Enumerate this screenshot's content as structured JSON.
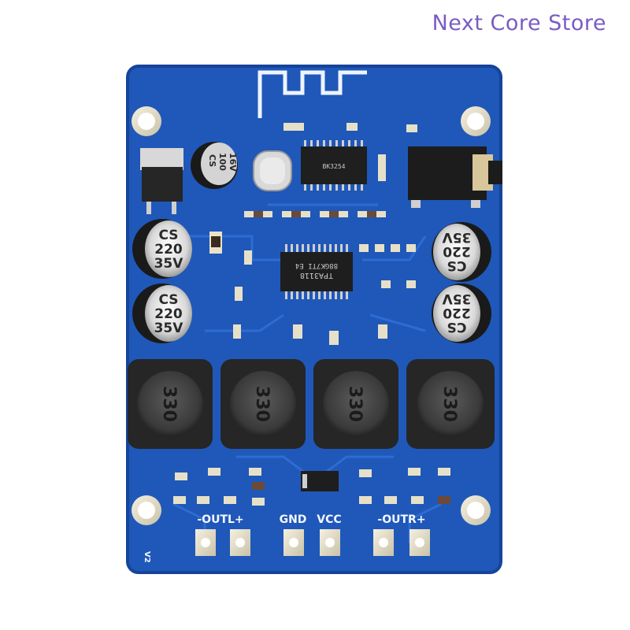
{
  "store_name": "Next Core Store",
  "colors": {
    "board": "#1f58b8",
    "board_dark": "#16449a",
    "trace": "#2f6fd6",
    "store_text": "#7a5cc3",
    "silkscreen": "#f4f7ff"
  },
  "board": {
    "version": "V2",
    "capacitors": {
      "small": [
        "CS",
        "100",
        "16V"
      ],
      "large_left": [
        "CS",
        "220",
        "35V"
      ],
      "large_right": [
        "CS",
        "220",
        "35V"
      ]
    },
    "inductor_value": "330",
    "chips": {
      "amplifier": "TPA3118",
      "amplifier_code": "88GK7TI E4",
      "bluetooth": "BK3254"
    },
    "labels": {
      "outl": "-OUTL+",
      "gnd": "GND",
      "vcc": "VCC",
      "outr": "-OUTR+"
    }
  }
}
